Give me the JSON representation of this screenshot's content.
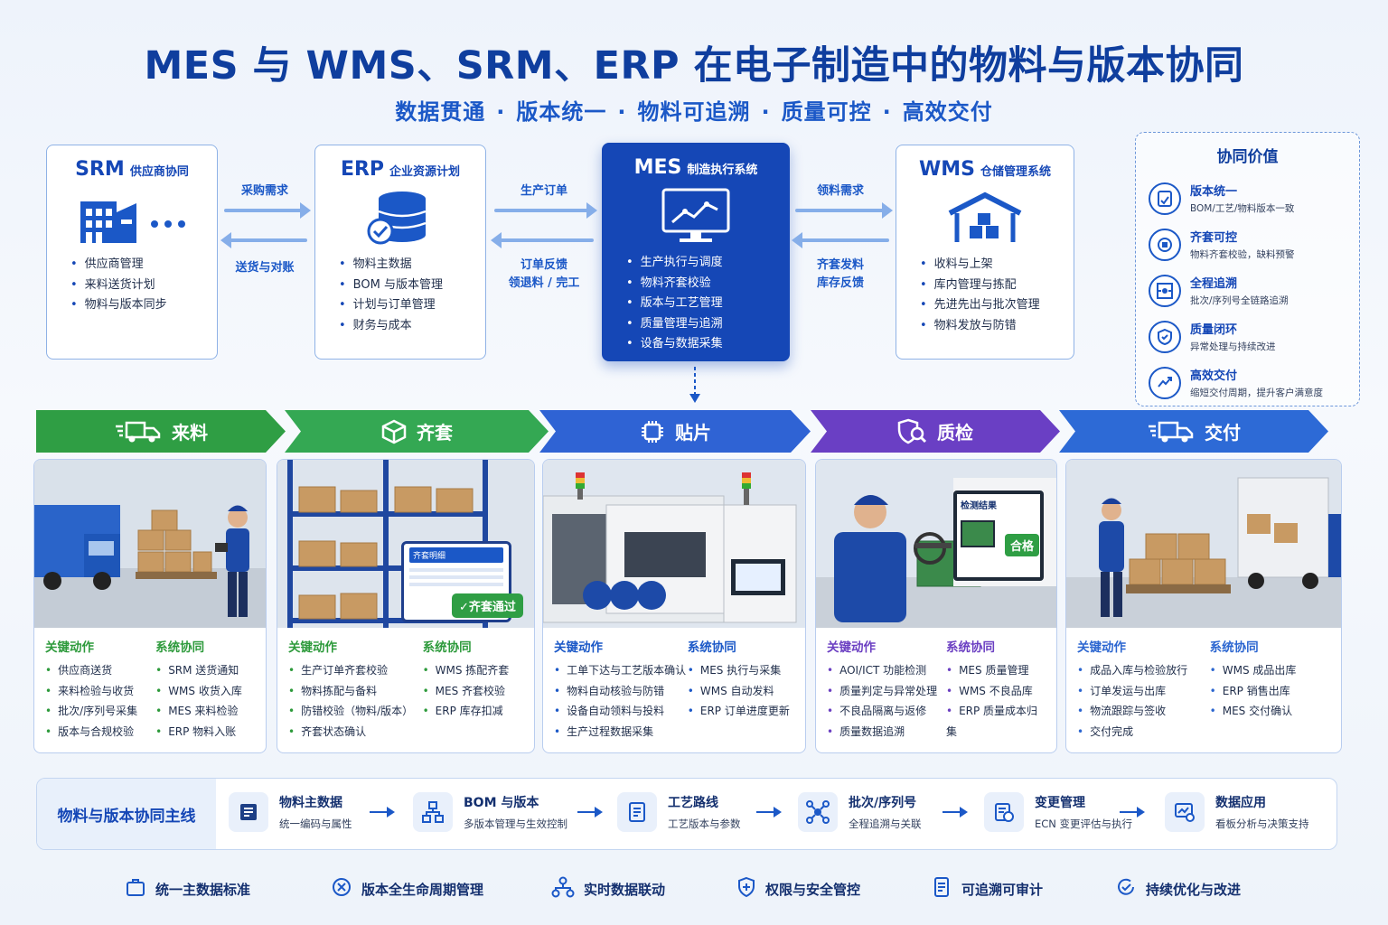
{
  "title": "MES 与 WMS、SRM、ERP 在电子制造中的物料与版本协同",
  "subtitle": [
    "数据贯通",
    "版本统一",
    "物料可追溯",
    "质量可控",
    "高效交付"
  ],
  "systems": [
    {
      "name": "SRM",
      "desc": "供应商协同",
      "items": [
        "供应商管理",
        "来料送货计划",
        "物料与版本同步"
      ]
    },
    {
      "name": "ERP",
      "desc": "企业资源计划",
      "items": [
        "物料主数据",
        "BOM 与版本管理",
        "计划与订单管理",
        "财务与成本"
      ]
    },
    {
      "name": "MES",
      "desc": "制造执行系统",
      "items": [
        "生产执行与调度",
        "物料齐套校验",
        "版本与工艺管理",
        "质量管理与追溯",
        "设备与数据采集"
      ]
    },
    {
      "name": "WMS",
      "desc": "仓储管理系统",
      "items": [
        "收料与上架",
        "库内管理与拣配",
        "先进先出与批次管理",
        "物料发放与防错"
      ]
    }
  ],
  "connectors": [
    {
      "top": "采购需求",
      "bottom": "送货与对账"
    },
    {
      "top": "生产订单",
      "bottom": "订单反馈\n领退料 / 完工"
    },
    {
      "top": "领料需求",
      "bottom": "齐套发料\n库存反馈"
    }
  ],
  "value": {
    "title": "协同价值",
    "items": [
      {
        "t": "版本统一",
        "d": "BOM/工艺/物料版本一致",
        "icon": "version-icon"
      },
      {
        "t": "齐套可控",
        "d": "物料齐套校验，缺料预警",
        "icon": "kit-icon"
      },
      {
        "t": "全程追溯",
        "d": "批次/序列号全链路追溯",
        "icon": "trace-icon"
      },
      {
        "t": "质量闭环",
        "d": "异常处理与持续改进",
        "icon": "quality-shield-icon"
      },
      {
        "t": "高效交付",
        "d": "缩短交付周期，提升客户满意度",
        "icon": "delivery-icon"
      }
    ]
  },
  "stages": [
    {
      "label": "来料",
      "color": "#2f9e44",
      "icon": "truck-icon",
      "key_title": "关键动作",
      "sys_title": "系统协同",
      "key": [
        "供应商送货",
        "来料检验与收货",
        "批次/序列号采集",
        "版本与合规校验"
      ],
      "sys": [
        "SRM 送货通知",
        "WMS 收货入库",
        "MES 来料检验",
        "ERP 物料入账"
      ]
    },
    {
      "label": "齐套",
      "color": "#34a853",
      "icon": "box-icon",
      "key_title": "关键动作",
      "sys_title": "系统协同",
      "key": [
        "生产订单齐套校验",
        "物料拣配与备料",
        "防错校验（物料/版本）",
        "齐套状态确认"
      ],
      "sys": [
        "WMS 拣配齐套",
        "MES 齐套校验",
        "ERP 库存扣减"
      ],
      "overlay": {
        "header": "齐套明细",
        "badge": "✓齐套通过"
      }
    },
    {
      "label": "贴片",
      "color": "#2f63d4",
      "icon": "chip-icon",
      "key_title": "关键动作",
      "sys_title": "系统协同",
      "key": [
        "工单下达与工艺版本确认",
        "物料自动核验与防错",
        "设备自动领料与投料",
        "生产过程数据采集"
      ],
      "sys": [
        "MES 执行与采集",
        "WMS 自动发料",
        "ERP 订单进度更新"
      ]
    },
    {
      "label": "质检",
      "color": "#6a3fc4",
      "icon": "inspect-icon",
      "key_title": "关键动作",
      "sys_title": "系统协同",
      "key": [
        "AOI/ICT 功能检测",
        "质量判定与异常处理",
        "不良品隔离与返修",
        "质量数据追溯"
      ],
      "sys": [
        "MES 质量管理",
        "WMS 不良品库",
        "ERP 质量成本归集"
      ],
      "overlay": {
        "header": "检测结果",
        "badge": "合格"
      }
    },
    {
      "label": "交付",
      "color": "#2d6ad6",
      "icon": "truck-icon",
      "key_title": "关键动作",
      "sys_title": "系统协同",
      "key": [
        "成品入库与检验放行",
        "订单发运与出库",
        "物流跟踪与签收",
        "交付完成"
      ],
      "sys": [
        "WMS 成品出库",
        "ERP 销售出库",
        "MES 交付确认"
      ]
    }
  ],
  "mainline": {
    "label": "物料与版本协同主线",
    "steps": [
      {
        "t": "物料主数据",
        "d": "统一编码与属性",
        "icon": "master-data-icon"
      },
      {
        "t": "BOM 与版本",
        "d": "多版本管理与生效控制",
        "icon": "bom-icon"
      },
      {
        "t": "工艺路线",
        "d": "工艺版本与参数",
        "icon": "route-icon"
      },
      {
        "t": "批次/序列号",
        "d": "全程追溯与关联",
        "icon": "serial-icon"
      },
      {
        "t": "变更管理",
        "d": "ECN 变更评估与执行",
        "icon": "change-icon"
      },
      {
        "t": "数据应用",
        "d": "看板分析与决策支持",
        "icon": "analytics-icon"
      }
    ]
  },
  "footer": [
    {
      "t": "统一主数据标准",
      "icon": "standard-icon"
    },
    {
      "t": "版本全生命周期管理",
      "icon": "lifecycle-icon"
    },
    {
      "t": "实时数据联动",
      "icon": "link-icon"
    },
    {
      "t": "权限与安全管控",
      "icon": "security-icon"
    },
    {
      "t": "可追溯可审计",
      "icon": "audit-icon"
    },
    {
      "t": "持续优化与改进",
      "icon": "optimize-icon"
    }
  ]
}
